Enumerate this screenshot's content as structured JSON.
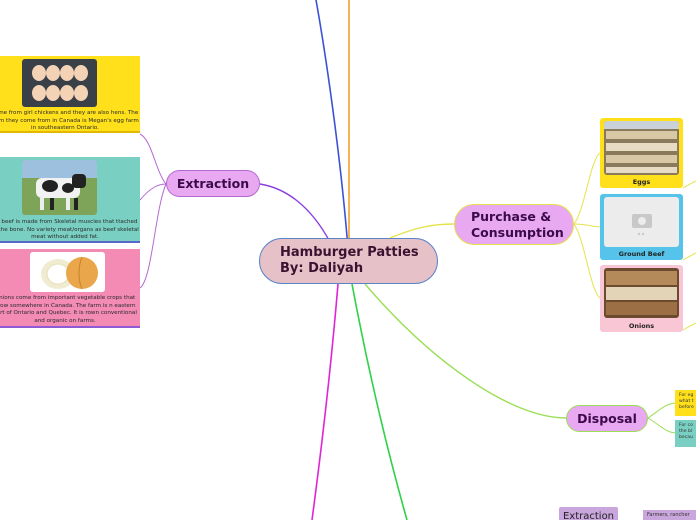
{
  "central": {
    "line1": "Hamburger Patties",
    "line2": "By: Daliyah"
  },
  "branches": {
    "extraction": "Extraction",
    "purchase": {
      "line1": "Purchase &",
      "line2": "Consumption"
    },
    "disposal": "Disposal"
  },
  "extraction_cards": {
    "eggs": "come from girl chickens and they are also hens. The farm they come from in Canada is Megan's egg farm in southeastern Ontario.",
    "beef": "nd beef is made from Skeletal muscles that ttached to the bone. No variety meat/organs as beef skeletal meat without added fat.",
    "onions": "Onions come from important vegetable crops that grow somewhere in Canada. The farm is n eastern part of Ontario and Quebec. It is rown conventional and organic on farms."
  },
  "purchase_cards": {
    "eggs": "Eggs",
    "beef": "Ground Beef",
    "onions": "Onions"
  },
  "disposal_notes": {
    "note1": "For eg what t before",
    "note2": "For co the bl becau"
  },
  "bottom": {
    "label": "Extraction",
    "note": "Farmers, rancher"
  },
  "colors": {
    "central_fill": "#e7c1c8",
    "branch_fill": "#e9a8f2",
    "yellow": "#ffe01b",
    "teal": "#79d0c2",
    "pink": "#f38bb4",
    "blue": "#56c4ea"
  }
}
